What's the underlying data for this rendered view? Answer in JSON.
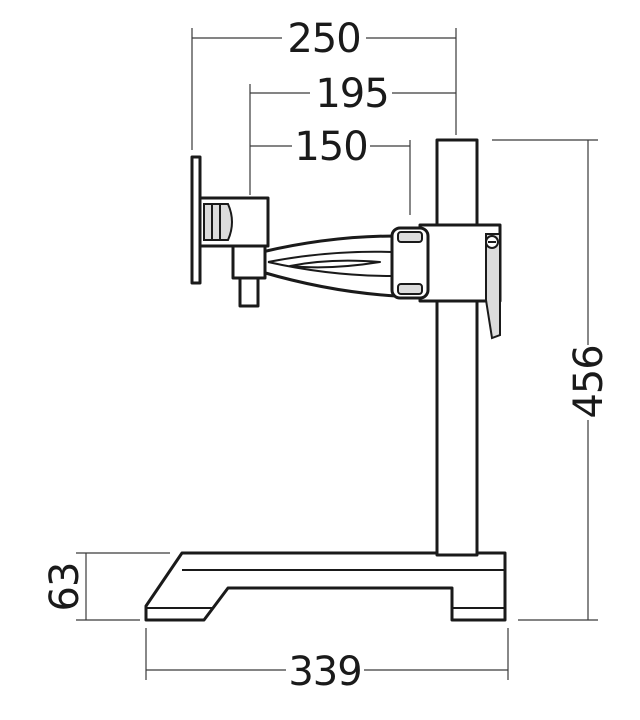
{
  "dimensions": {
    "overall_reach": "250",
    "mid_reach": "195",
    "inner_reach": "150",
    "pole_height": "456",
    "base_height": "63",
    "base_length": "339"
  }
}
